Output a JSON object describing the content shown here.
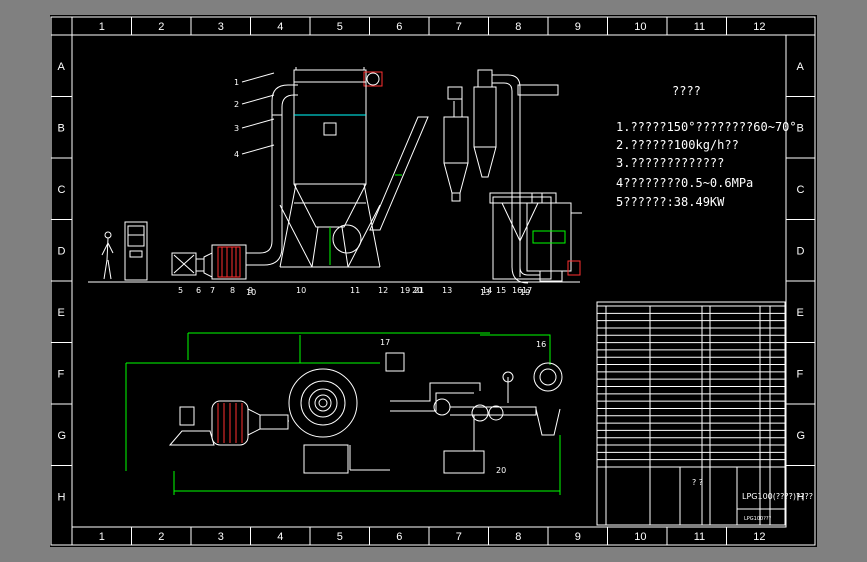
{
  "drawing": {
    "columns": [
      "1",
      "2",
      "3",
      "4",
      "5",
      "6",
      "7",
      "8",
      "9",
      "10",
      "11",
      "12"
    ],
    "rows": [
      "A",
      "B",
      "C",
      "D",
      "E",
      "F",
      "G",
      "H"
    ],
    "spec_title": "????",
    "specs": [
      "1.?????150°????????60~70°",
      "2.??????100kg/h??",
      "3.?????????????",
      "4????????0.5~0.6MPa",
      "5??????:38.49KW"
    ],
    "elevation_labels": [
      "1",
      "2",
      "3",
      "4",
      "5",
      "6",
      "7",
      "8",
      "9",
      "10",
      "11",
      "12",
      "13",
      "14",
      "15",
      "16",
      "17",
      "19",
      "20",
      "21"
    ],
    "plan_labels": [
      "10",
      "13",
      "16",
      "17",
      "19",
      "20"
    ],
    "title_block": {
      "drawing_no": "LPG100(????)????",
      "code": "LPG100???",
      "center_text": "?  ?"
    }
  },
  "colors": {
    "background": "#000000",
    "frame": "#ffffff",
    "accent": "#00ff00",
    "pipe": "#ffffff"
  }
}
